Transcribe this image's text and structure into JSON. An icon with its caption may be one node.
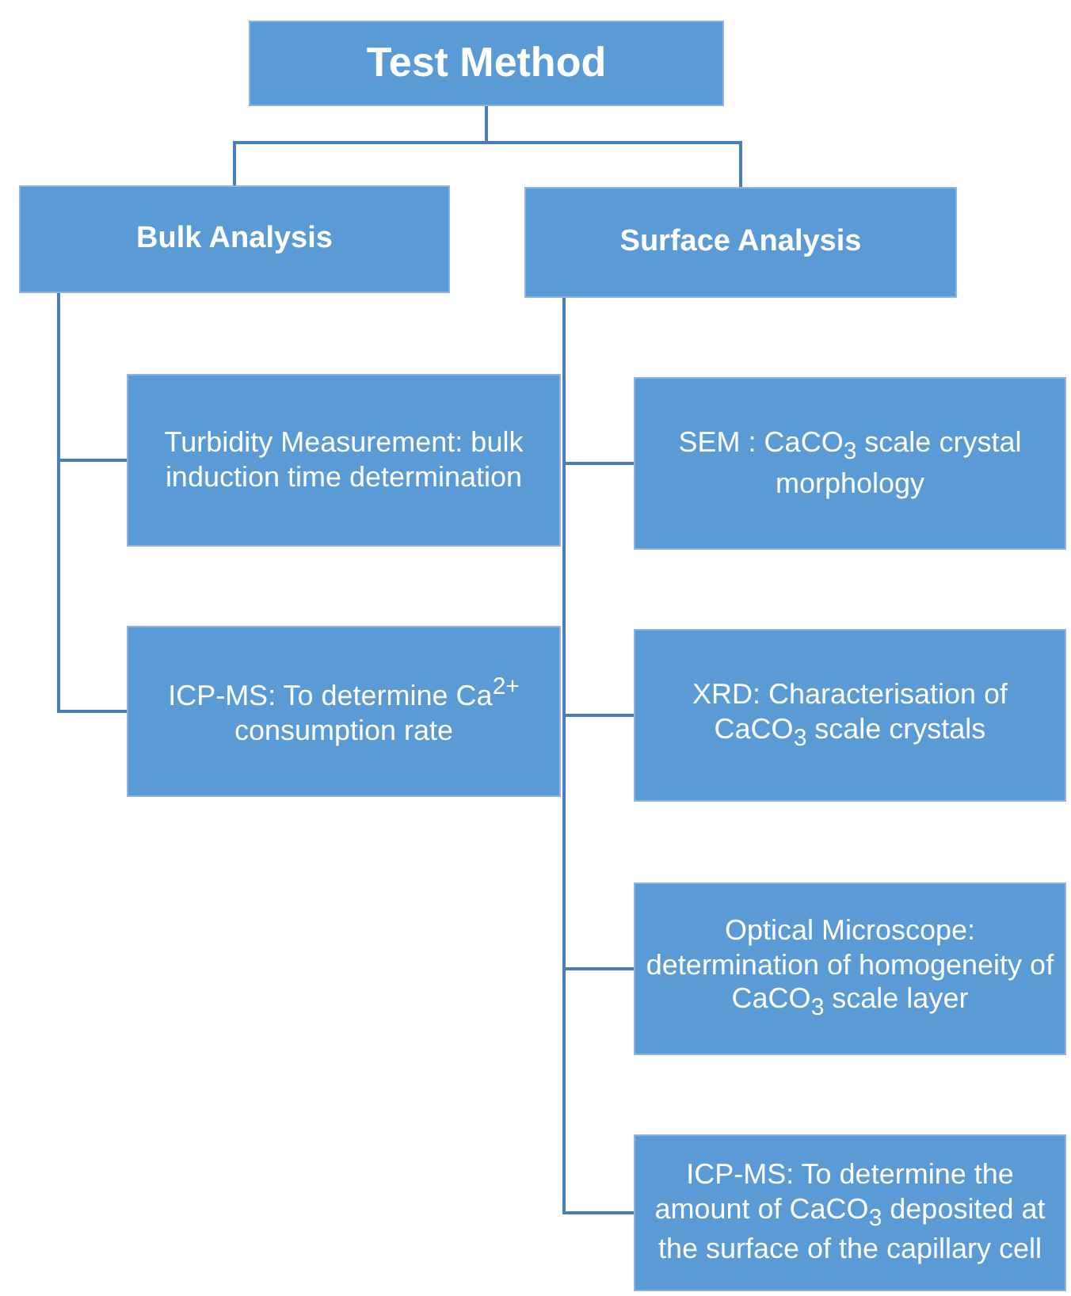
{
  "diagram": {
    "nodes": [
      {
        "text": [
          "Test Method"
        ]
      },
      {
        "text": [
          "Bulk Analysis"
        ]
      },
      {
        "text": [
          "Surface Analysis"
        ]
      },
      {
        "text": [
          "Turbidity Measurement: bulk induction time determination"
        ]
      },
      {
        "text": [
          "ICP-MS: To determine Ca$^{2+}$ consumption rate"
        ]
      },
      {
        "text": [
          "SEM : CaCO$_{3}$ scale crystal morphology"
        ]
      },
      {
        "text": [
          "XRD: Characterisation of CaCO$_{3}$ scale crystals"
        ]
      },
      {
        "text": [
          "Optical Microscope: determination of homogeneity of CaCO$_{3}$ scale layer"
        ]
      },
      {
        "text": [
          "ICP-MS: To determine the amount of CaCO$_{3}$ deposited at the surface of the capillary cell"
        ]
      }
    ],
    "edges": [
      {
        "from": 0,
        "to": 1,
        "arrow": "none"
      },
      {
        "from": 0,
        "to": 2,
        "arrow": "none"
      },
      {
        "from": 1,
        "to": 3,
        "arrow": "none"
      },
      {
        "from": 1,
        "to": 4,
        "arrow": "none"
      },
      {
        "from": 2,
        "to": 5,
        "arrow": "none"
      },
      {
        "from": 2,
        "to": 6,
        "arrow": "none"
      },
      {
        "from": 2,
        "to": 7,
        "arrow": "none"
      },
      {
        "from": 2,
        "to": 8,
        "arrow": "none"
      }
    ]
  }
}
